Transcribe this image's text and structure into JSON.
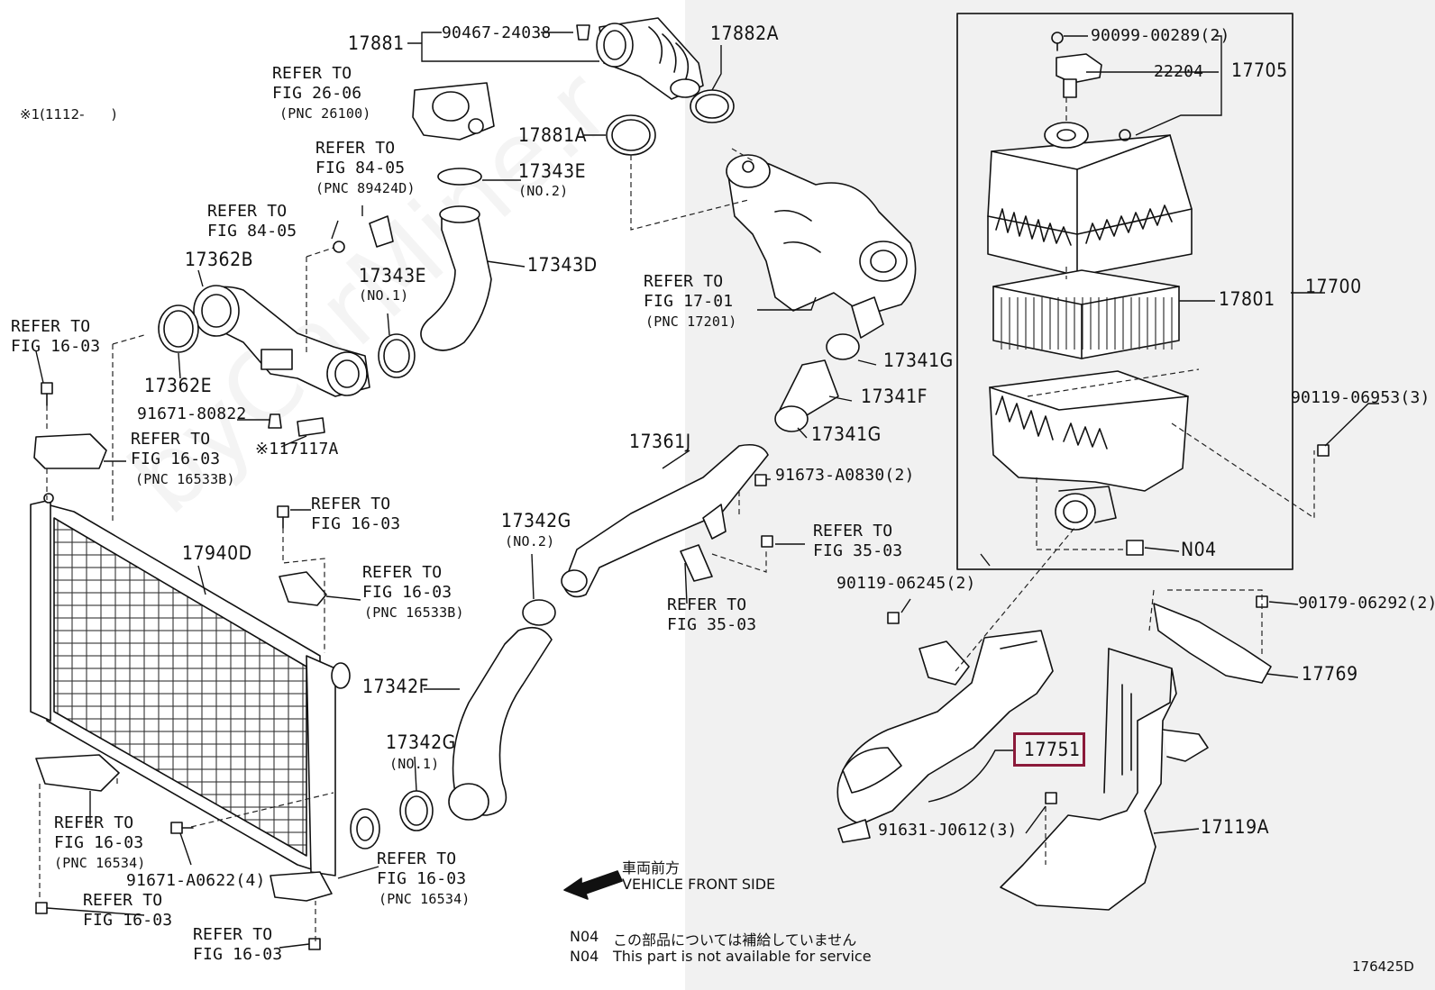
{
  "watermark": "byCarMine.r",
  "variant_note": "※1(1112-　　)",
  "diagram_id": "176425D",
  "vehicle_front": {
    "jp": "車両前方",
    "en": "VEHICLE FRONT SIDE"
  },
  "footnotes": [
    {
      "code": "N04",
      "jp": "この部品については補給していません",
      "en": "This part is not available for service"
    }
  ],
  "highlighted_part": "17751",
  "labels": [
    {
      "id": "p17881",
      "text": "17881",
      "big": true
    },
    {
      "id": "p90467",
      "text": "90467-24038"
    },
    {
      "id": "p17882a",
      "text": "17882A",
      "big": true
    },
    {
      "id": "r2606a",
      "text": "REFER TO"
    },
    {
      "id": "r2606b",
      "text": "FIG 26-06"
    },
    {
      "id": "r2606c",
      "text": "(PNC 26100)",
      "sm": true
    },
    {
      "id": "p17881a",
      "text": "17881A",
      "big": true
    },
    {
      "id": "r8405a",
      "text": "REFER TO"
    },
    {
      "id": "r8405b",
      "text": "FIG 84-05"
    },
    {
      "id": "r8405c",
      "text": "(PNC 89424D)",
      "sm": true
    },
    {
      "id": "p17343e2",
      "text": "17343E",
      "big": true
    },
    {
      "id": "p17343e2n",
      "text": "(NO.2)",
      "sm": true
    },
    {
      "id": "r8405d",
      "text": "REFER TO"
    },
    {
      "id": "r8405e",
      "text": "FIG 84-05"
    },
    {
      "id": "p17343d",
      "text": "17343D",
      "big": true
    },
    {
      "id": "p17362b",
      "text": "17362B",
      "big": true
    },
    {
      "id": "p17343e1",
      "text": "17343E",
      "big": true
    },
    {
      "id": "p17343e1n",
      "text": "(NO.1)",
      "sm": true
    },
    {
      "id": "r1603a",
      "text": "REFER TO"
    },
    {
      "id": "r1603b",
      "text": "FIG 16-03"
    },
    {
      "id": "p17362e",
      "text": "17362E",
      "big": true
    },
    {
      "id": "p91671a",
      "text": "91671-80822"
    },
    {
      "id": "p17117a",
      "text": "※117117A"
    },
    {
      "id": "r1603c",
      "text": "REFER TO"
    },
    {
      "id": "r1603d",
      "text": "FIG 16-03"
    },
    {
      "id": "r1603e",
      "text": "(PNC 16533B)",
      "sm": true
    },
    {
      "id": "r1603f",
      "text": "REFER TO"
    },
    {
      "id": "r1603g",
      "text": "FIG 16-03"
    },
    {
      "id": "p17940d",
      "text": "17940D",
      "big": true
    },
    {
      "id": "r1603h",
      "text": "REFER TO"
    },
    {
      "id": "r1603i",
      "text": "FIG 16-03"
    },
    {
      "id": "r1603j",
      "text": "(PNC 16533B)",
      "sm": true
    },
    {
      "id": "r1701a",
      "text": "REFER TO"
    },
    {
      "id": "r1701b",
      "text": "FIG 17-01"
    },
    {
      "id": "r1701c",
      "text": "(PNC 17201)",
      "sm": true
    },
    {
      "id": "p17341g1",
      "text": "17341G",
      "big": true
    },
    {
      "id": "p17341f",
      "text": "17341F",
      "big": true
    },
    {
      "id": "p17341g2",
      "text": "17341G",
      "big": true
    },
    {
      "id": "p17361j",
      "text": "17361J",
      "big": true
    },
    {
      "id": "p91673",
      "text": "91673-A0830(2)"
    },
    {
      "id": "p17342g2",
      "text": "17342G",
      "big": true
    },
    {
      "id": "p17342g2n",
      "text": "(NO.2)",
      "sm": true
    },
    {
      "id": "r3503a",
      "text": "REFER TO"
    },
    {
      "id": "r3503b",
      "text": "FIG 35-03"
    },
    {
      "id": "r3503c",
      "text": "REFER TO"
    },
    {
      "id": "r3503d",
      "text": "FIG 35-03"
    },
    {
      "id": "p17342f",
      "text": "17342F",
      "big": true
    },
    {
      "id": "p17342g1",
      "text": "17342G",
      "big": true
    },
    {
      "id": "p17342g1n",
      "text": "(NO.1)",
      "sm": true
    },
    {
      "id": "r16534a",
      "text": "REFER TO"
    },
    {
      "id": "r16534b",
      "text": "FIG 16-03"
    },
    {
      "id": "r16534c",
      "text": "(PNC 16534)",
      "sm": true
    },
    {
      "id": "p91671b",
      "text": "91671-A0622(4)"
    },
    {
      "id": "r16534d",
      "text": "REFER TO"
    },
    {
      "id": "r16534e",
      "text": "FIG 16-03"
    },
    {
      "id": "r16534f",
      "text": "(PNC 16534)",
      "sm": true
    },
    {
      "id": "r1603k",
      "text": "REFER TO"
    },
    {
      "id": "r1603l",
      "text": "FIG 16-03"
    },
    {
      "id": "r1603m",
      "text": "REFER TO"
    },
    {
      "id": "r1603n",
      "text": "FIG 16-03"
    },
    {
      "id": "p90099",
      "text": "90099-00289(2)"
    },
    {
      "id": "p22204",
      "text": "22204"
    },
    {
      "id": "p17705",
      "text": "17705",
      "big": true
    },
    {
      "id": "p17801",
      "text": "17801",
      "big": true
    },
    {
      "id": "p17700",
      "text": "17700",
      "big": true
    },
    {
      "id": "p90119a",
      "text": "90119-06953(3)"
    },
    {
      "id": "pN04",
      "text": "N04",
      "big": true
    },
    {
      "id": "p90119b",
      "text": "90119-06245(2)"
    },
    {
      "id": "p90179",
      "text": "90179-06292(2)"
    },
    {
      "id": "p17769",
      "text": "17769",
      "big": true
    },
    {
      "id": "p17751",
      "text": "17751",
      "big": true
    },
    {
      "id": "p91631",
      "text": "91631-J0612(3)"
    },
    {
      "id": "p17119a",
      "text": "17119A",
      "big": true
    }
  ]
}
